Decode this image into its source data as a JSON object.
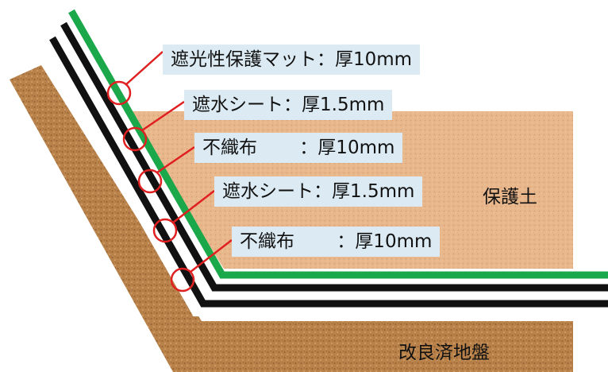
{
  "layers": [
    {
      "name": "遮光性保護マット",
      "spec": "厚10mm",
      "text": "遮光性保護マット：厚10mm"
    },
    {
      "name": "遮水シート",
      "spec": "厚1.5mm",
      "text": "遮水シート：厚1.5mm"
    },
    {
      "name": "不織布",
      "spec": "厚10mm",
      "text": "不織布　　 ：厚10mm"
    },
    {
      "name": "遮水シート",
      "spec": "厚1.5mm",
      "text": "遮水シート：厚1.5mm"
    },
    {
      "name": "不織布",
      "spec": "厚10mm",
      "text": "不織布　　 ：厚10mm"
    }
  ],
  "zones": {
    "protective_soil": "保護土",
    "improved_ground": "改良済地盤"
  },
  "colors": {
    "protective_soil": "#e8b78c",
    "improved_ground": "#b9824a",
    "mat": "#1aa84a",
    "sheet": "#111111",
    "callout": "#e02020",
    "label_bg": "#dcebf3"
  }
}
